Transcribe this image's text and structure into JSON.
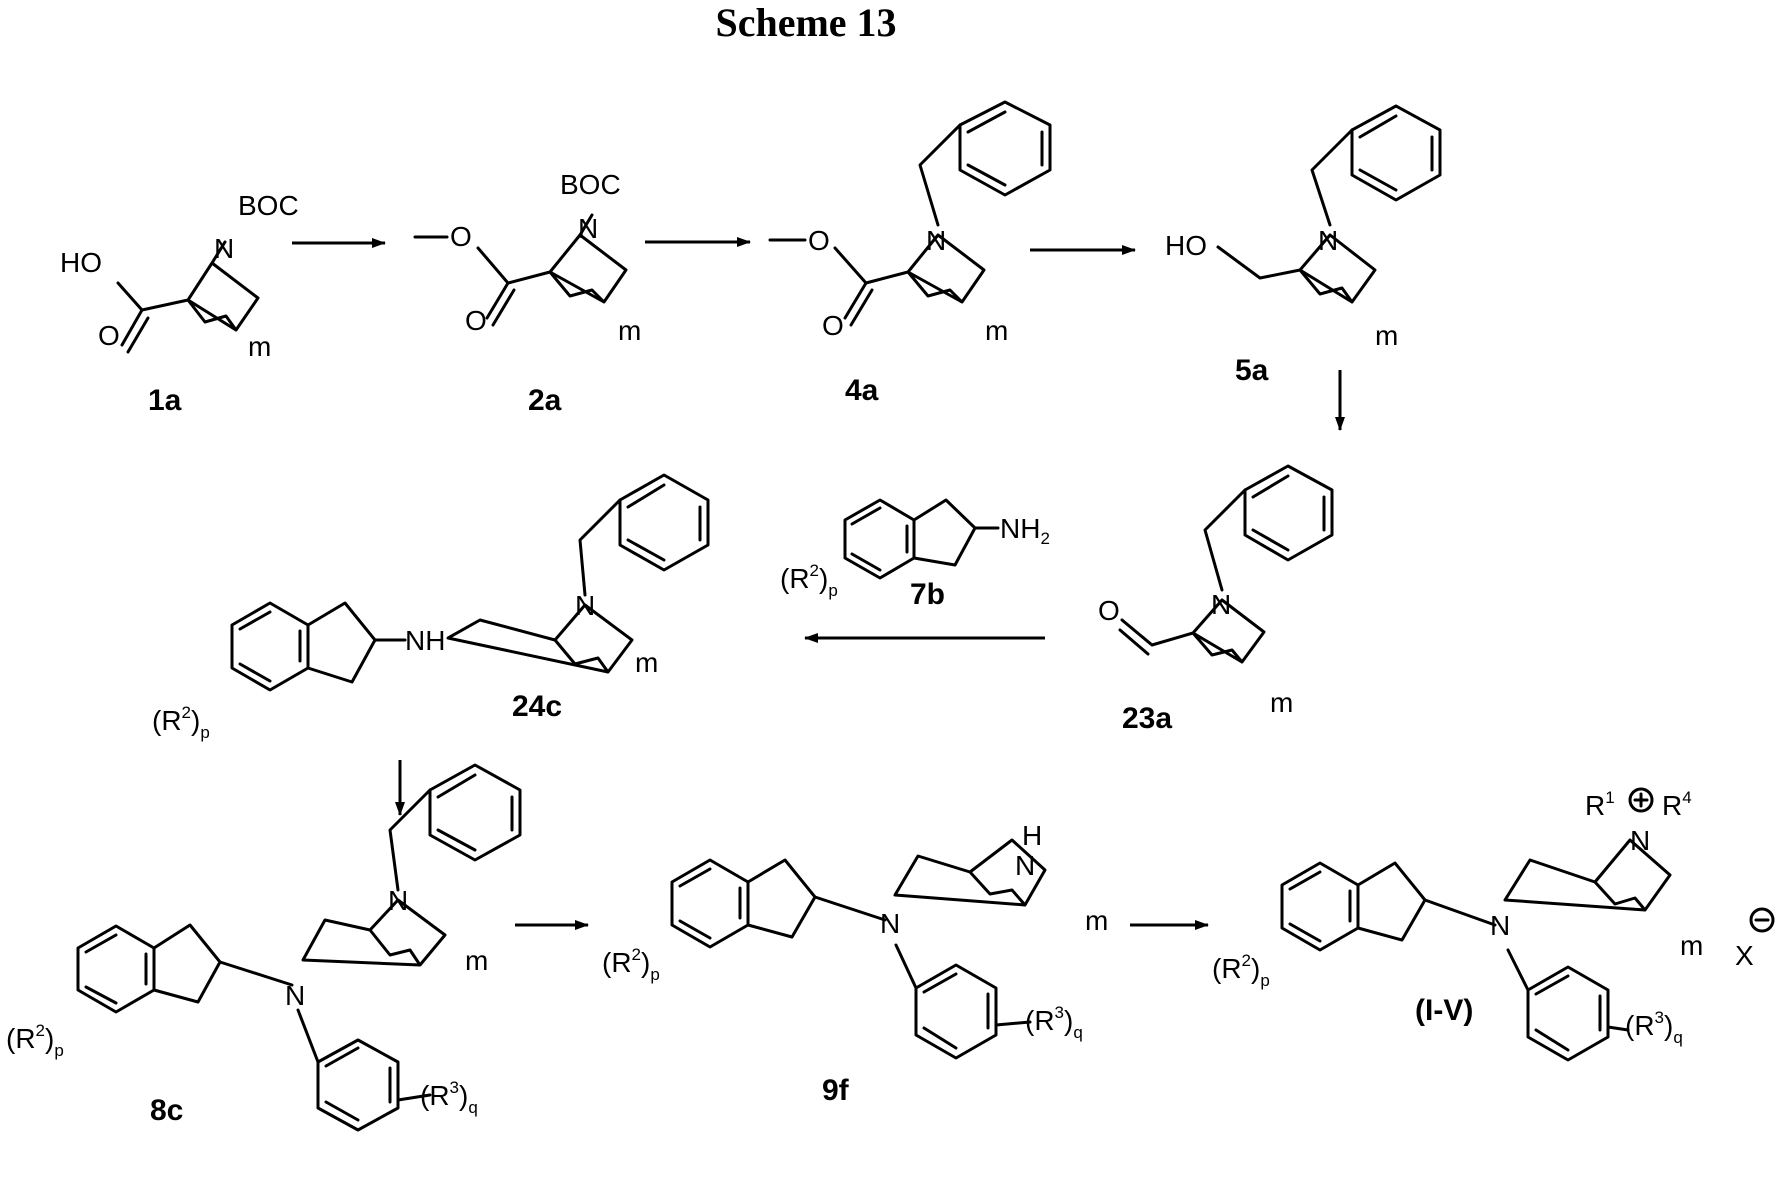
{
  "title": "Scheme 13",
  "compounds": {
    "c1a": {
      "label": "1a",
      "protecting_group": "BOC",
      "hydroxyl": "HO",
      "carbonyl_o": "O",
      "ring_n": "N",
      "index": "m"
    },
    "c2a": {
      "label": "2a",
      "protecting_group": "BOC",
      "ester_o": "O",
      "carbonyl_o": "O",
      "ring_n": "N",
      "index": "m"
    },
    "c4a": {
      "label": "4a",
      "ester_o": "O",
      "carbonyl_o": "O",
      "ring_n": "N",
      "index": "m"
    },
    "c5a": {
      "label": "5a",
      "hydroxyl": "HO",
      "ring_n": "N",
      "index": "m"
    },
    "c23a": {
      "label": "23a",
      "aldehyde_o": "O",
      "ring_n": "N",
      "index": "m"
    },
    "c7b": {
      "label": "7b",
      "amine": "NH",
      "amine_sub": "2",
      "substituent": "(R",
      "sup": "2",
      "close": ")",
      "sub": "p"
    },
    "c24c": {
      "label": "24c",
      "amine": "NH",
      "ring_n": "N",
      "index": "m",
      "substituent": "(R",
      "sup": "2",
      "close": ")",
      "sub": "p"
    },
    "c8c": {
      "label": "8c",
      "amine_n": "N",
      "ring_n": "N",
      "index": "m",
      "substituent": "(R",
      "sup": "2",
      "close": ")",
      "sub": "p",
      "aryl_substituent": "(R",
      "aryl_sup": "3",
      "aryl_close": ")",
      "aryl_sub": "q"
    },
    "c9f": {
      "label": "9f",
      "amine_n": "N",
      "ring_nh": "H",
      "ring_n": "N",
      "index": "m",
      "substituent": "(R",
      "sup": "2",
      "close": ")",
      "sub": "p",
      "aryl_substituent": "(R",
      "aryl_sup": "3",
      "aryl_close": ")",
      "aryl_sub": "q"
    },
    "cIV": {
      "label": "(I-V)",
      "amine_n": "N",
      "ring_n": "N",
      "index": "m",
      "r1": "R",
      "r1_sup": "1",
      "r4": "R",
      "r4_sup": "4",
      "counterion": "X",
      "substituent": "(R",
      "sup": "2",
      "close": ")",
      "sub": "p",
      "aryl_substituent": "(R",
      "aryl_sup": "3",
      "aryl_close": ")",
      "aryl_sub": "q"
    }
  }
}
